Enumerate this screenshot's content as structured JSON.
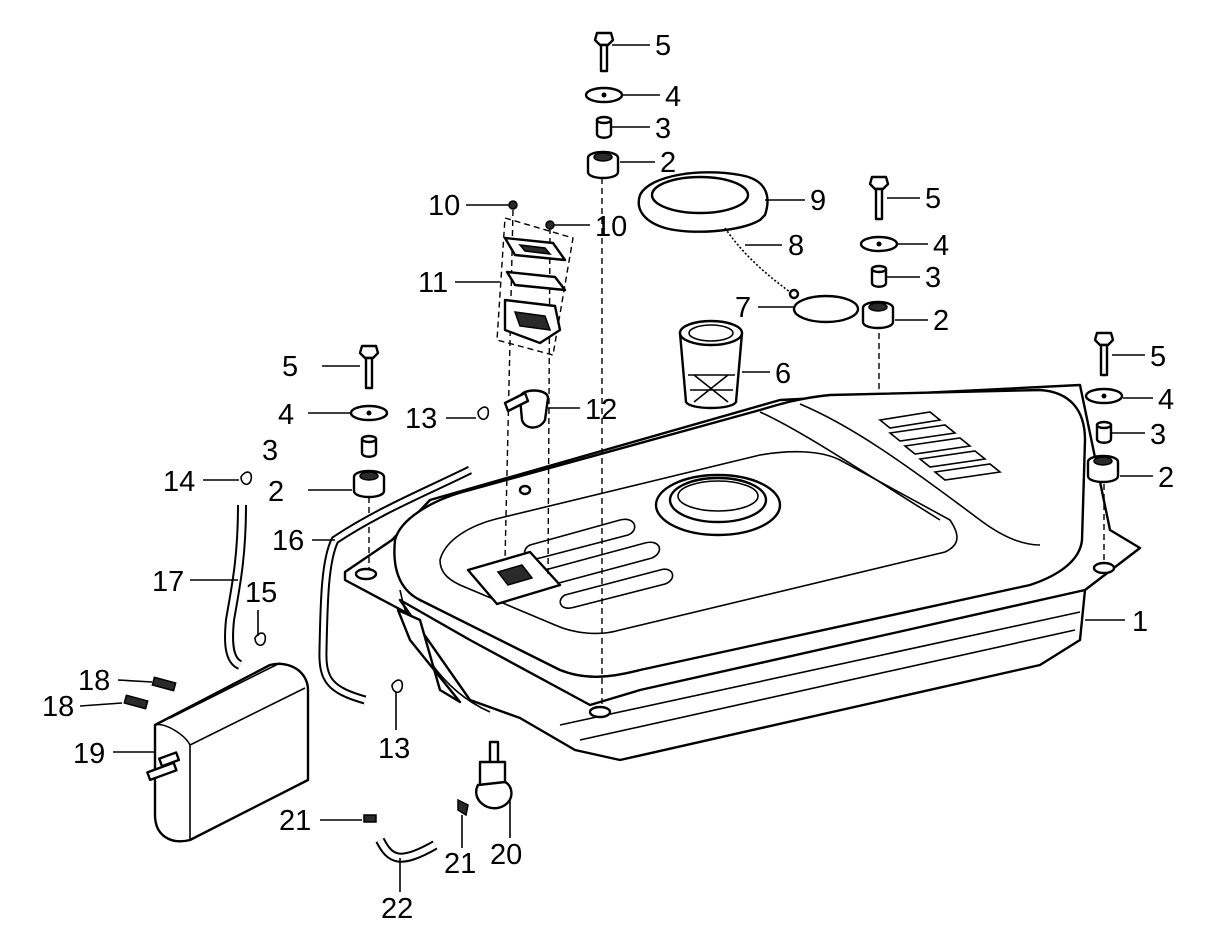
{
  "labels": {
    "p1": "1",
    "p2": "2",
    "p3": "3",
    "p4": "4",
    "p5": "5",
    "p6": "6",
    "p7": "7",
    "p8": "8",
    "p9": "9",
    "p10": "10",
    "p11": "11",
    "p12": "12",
    "p13": "13",
    "p14": "14",
    "p15": "15",
    "p16": "16",
    "p17": "17",
    "p18": "18",
    "p19": "19",
    "p20": "20",
    "p21": "21",
    "p22": "22"
  }
}
